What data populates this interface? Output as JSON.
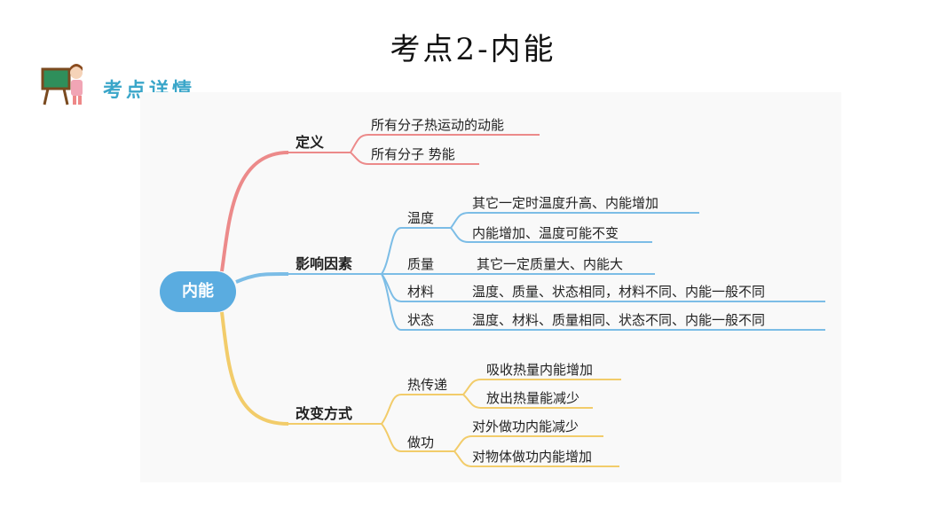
{
  "slide": {
    "title": "考点2-内能",
    "section_label": "考点详情",
    "teacher_icon": "teacher-board-icon"
  },
  "mindmap": {
    "root": "内能",
    "colors": {
      "red_branch": "#ec8a8a",
      "blue_branch": "#7cbde6",
      "yellow_branch": "#f2cc6a",
      "root_fill": "#5aace0"
    },
    "branches": [
      {
        "label": "定义",
        "leaves": [
          "所有分子热运动的动能",
          "所有分子 势能"
        ]
      },
      {
        "label": "影响因素",
        "children": [
          {
            "label": "温度",
            "leaves": [
              "其它一定时温度升高、内能增加",
              "内能增加、温度可能不变"
            ]
          },
          {
            "label": "质量",
            "leaves": [
              "其它一定质量大、内能大"
            ]
          },
          {
            "label": "材料",
            "leaves": [
              "温度、质量、状态相同，材料不同、内能一般不同"
            ]
          },
          {
            "label": "状态",
            "leaves": [
              "温度、材料、质量相同、状态不同、内能一般不同"
            ]
          }
        ]
      },
      {
        "label": "改变方式",
        "children": [
          {
            "label": "热传递",
            "leaves": [
              "吸收热量内能增加",
              "放出热量能减少"
            ]
          },
          {
            "label": "做功",
            "leaves": [
              "对外做功内能减少",
              "对物体做功内能增加"
            ]
          }
        ]
      }
    ]
  }
}
